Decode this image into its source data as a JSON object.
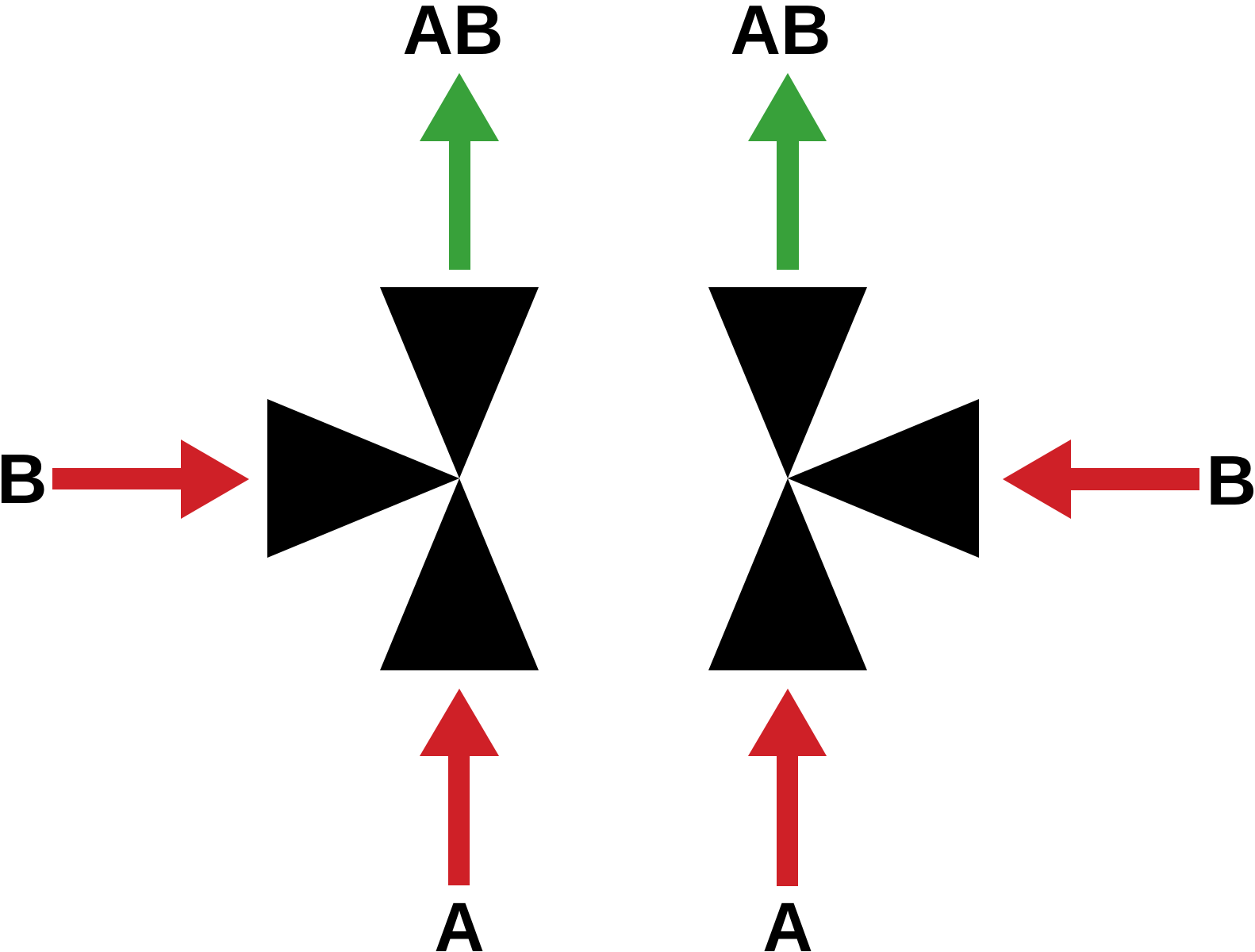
{
  "colors": {
    "background": "#ffffff",
    "valve_body": "#000000",
    "inlet_arrow": "#cf2027",
    "outlet_arrow": "#38a13a",
    "label_text": "#000000"
  },
  "valves": [
    {
      "ports": {
        "outlet": {
          "label": "AB",
          "arrow": "outlet-arrow-up"
        },
        "side_inlet": {
          "label": "B",
          "arrow": "inlet-arrow-right"
        },
        "bottom_inlet": {
          "label": "A",
          "arrow": "inlet-arrow-up"
        }
      }
    },
    {
      "ports": {
        "outlet": {
          "label": "AB",
          "arrow": "outlet-arrow-up"
        },
        "side_inlet": {
          "label": "B",
          "arrow": "inlet-arrow-left"
        },
        "bottom_inlet": {
          "label": "A",
          "arrow": "inlet-arrow-up"
        }
      }
    }
  ]
}
